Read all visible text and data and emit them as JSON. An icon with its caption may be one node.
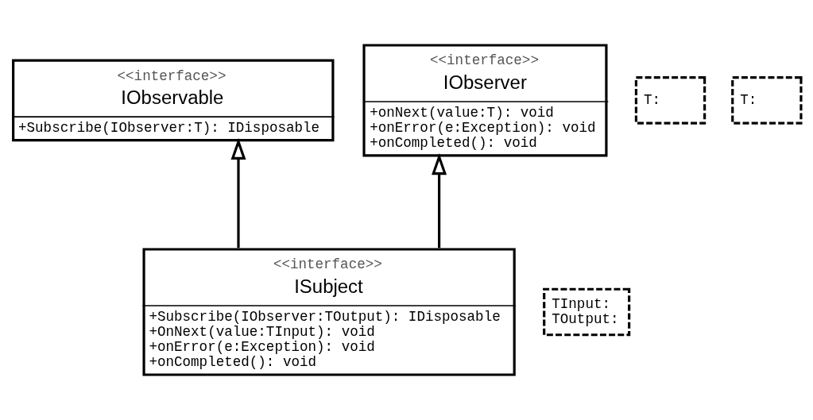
{
  "diagram": {
    "nodes": [
      {
        "text": [
          "<<interface>>",
          "IObservable",
          "+Subscribe(IObserver:T): IDisposable"
        ]
      },
      {
        "text": [
          "T:"
        ]
      },
      {
        "text": [
          "<<interface>>",
          "IObserver",
          "+onNext(value:T): void",
          "+onError(e:Exception): void",
          "+onCompleted(): void"
        ]
      },
      {
        "text": [
          "T:"
        ]
      },
      {
        "text": [
          "TInput:",
          "TOutput:"
        ]
      },
      {
        "text": [
          "<<interface>>",
          "ISubject",
          "+Subscribe(IObserver:TOutput): IDisposable",
          "+OnNext(value:TInput): void",
          "+onError(e:Exception): void",
          "+onCompleted(): void"
        ]
      }
    ],
    "edges": [
      {
        "from": 5,
        "to": 0,
        "arrow": "to"
      },
      {
        "from": 5,
        "to": 2,
        "arrow": "to"
      }
    ]
  }
}
